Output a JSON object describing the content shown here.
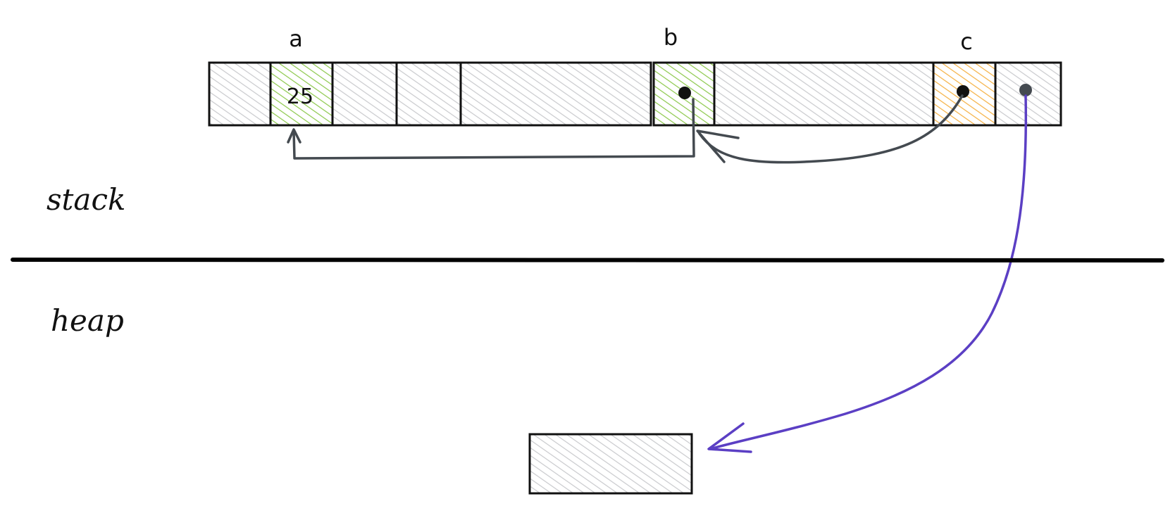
{
  "regions": {
    "stack_label": "stack",
    "heap_label": "heap"
  },
  "variables": {
    "a": {
      "label": "a",
      "value": "25"
    },
    "b": {
      "label": "b"
    },
    "c": {
      "label": "c"
    }
  },
  "colors": {
    "cell_default": "#d8d8dc",
    "variable_a": "#7cc242",
    "variable_b": "#7cc242",
    "variable_c": "#f5a623",
    "reference_arrow": "#444a50",
    "heap_pointer_arrow": "#5b3fc4",
    "divider": "#000000"
  },
  "icons": {
    "pointer_dot": "filled-circle",
    "arrow": "open-arrowhead"
  }
}
